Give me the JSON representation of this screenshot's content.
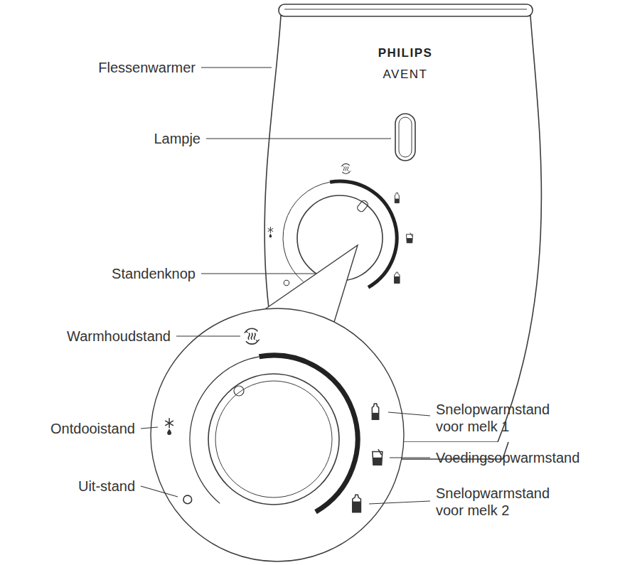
{
  "diagram": {
    "labels": [
      "Flessenwarmer",
      "PHILIPS",
      "AVENT",
      "Lampje",
      "Standenknop",
      "Warmhoudstand",
      "Ontdooistand",
      "Uit-stand",
      "Snelopwarmstand voor melk 1",
      "Voedingsopwarmstand",
      "Snelopwarmstand voor melk 2"
    ]
  }
}
